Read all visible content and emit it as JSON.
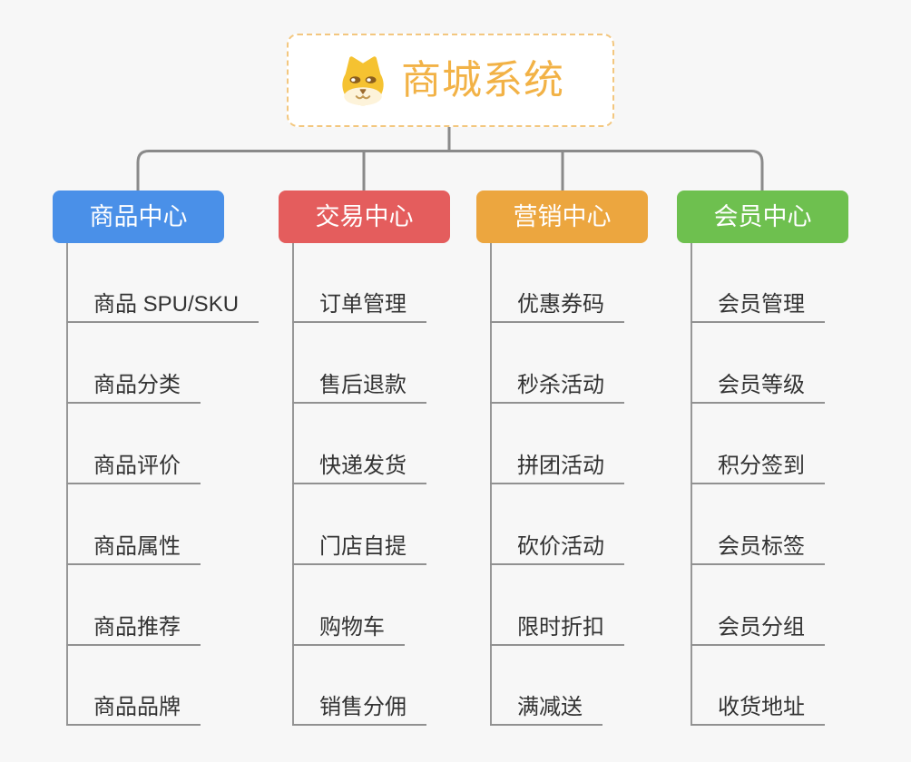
{
  "root": {
    "title": "商城系统",
    "icon": "shiba-dog-face-icon",
    "title_color": "#f2b246",
    "border_color": "#f3c77f"
  },
  "connector_color": "#8a8a8a",
  "branches": [
    {
      "label": "商品中心",
      "color": "#4a90e8",
      "items": [
        "商品 SPU/SKU",
        "商品分类",
        "商品评价",
        "商品属性",
        "商品推荐",
        "商品品牌"
      ]
    },
    {
      "label": "交易中心",
      "color": "#e45d5d",
      "items": [
        "订单管理",
        "售后退款",
        "快递发货",
        "门店自提",
        "购物车",
        "销售分佣"
      ]
    },
    {
      "label": "营销中心",
      "color": "#eca63f",
      "items": [
        "优惠券码",
        "秒杀活动",
        "拼团活动",
        "砍价活动",
        "限时折扣",
        "满减送"
      ]
    },
    {
      "label": "会员中心",
      "color": "#6ec04f",
      "items": [
        "会员管理",
        "会员等级",
        "积分签到",
        "会员标签",
        "会员分组",
        "收货地址"
      ]
    }
  ]
}
